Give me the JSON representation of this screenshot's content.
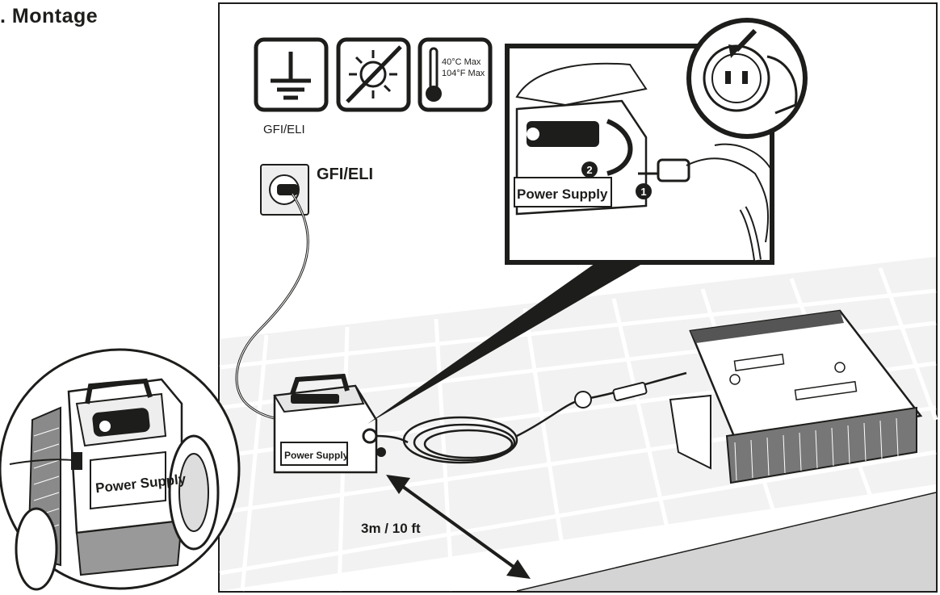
{
  "section": {
    "title": ". Montage"
  },
  "icons": {
    "ground_label": "GFI/ELI",
    "temp_line1": "40°C Max",
    "temp_line2": "104°F Max"
  },
  "outlet": {
    "label": "GFI/ELI"
  },
  "power_supply": {
    "label": "Power Supply"
  },
  "steps": {
    "one": "1",
    "two": "2"
  },
  "distance": {
    "label": "3m / 10 ft"
  },
  "colors": {
    "line": "#1d1d1b",
    "tile_fill": "#f4f4f4",
    "tile_shadow": "#cfcfcf"
  }
}
